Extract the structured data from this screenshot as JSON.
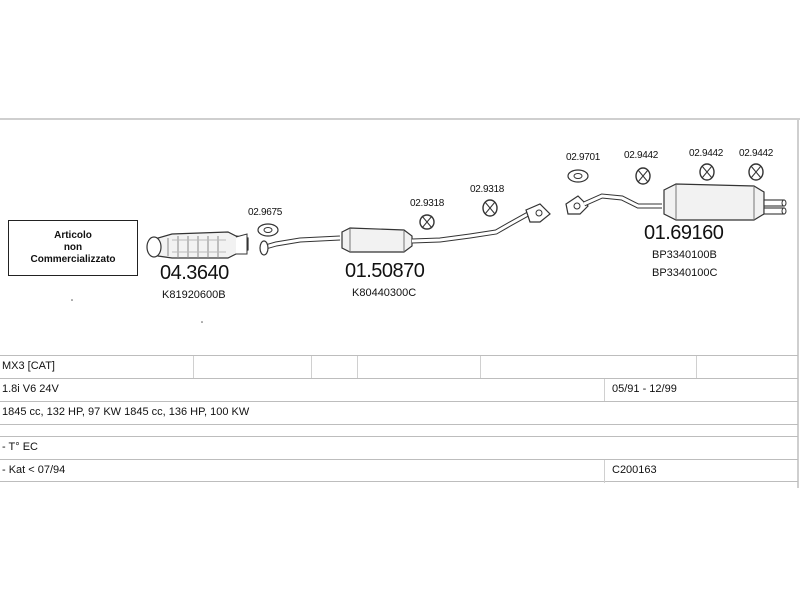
{
  "notice": "Articolo\nnon\nCommercializzato",
  "parts": {
    "cat": {
      "number": "04.3640",
      "ref": "K81920600B"
    },
    "mid": {
      "number": "01.50870",
      "ref": "K80440300C"
    },
    "rear": {
      "number": "01.69160",
      "ref1": "BP3340100B",
      "ref2": "BP3340100C"
    }
  },
  "clamps": [
    "02.9675",
    "02.9318",
    "02.9318",
    "02.9701",
    "02.9442",
    "02.9442",
    "02.9442"
  ],
  "spec": {
    "model": "MX3  [CAT]",
    "engine": "1.8i  V6 24V",
    "years": "05/91 - 12/99",
    "power": "1845 cc, 132 HP, 97 KW  1845 cc, 136 HP, 100 KW",
    "type": "- T° EC",
    "kat": "- Kat < 07/94",
    "code": "C200163"
  }
}
